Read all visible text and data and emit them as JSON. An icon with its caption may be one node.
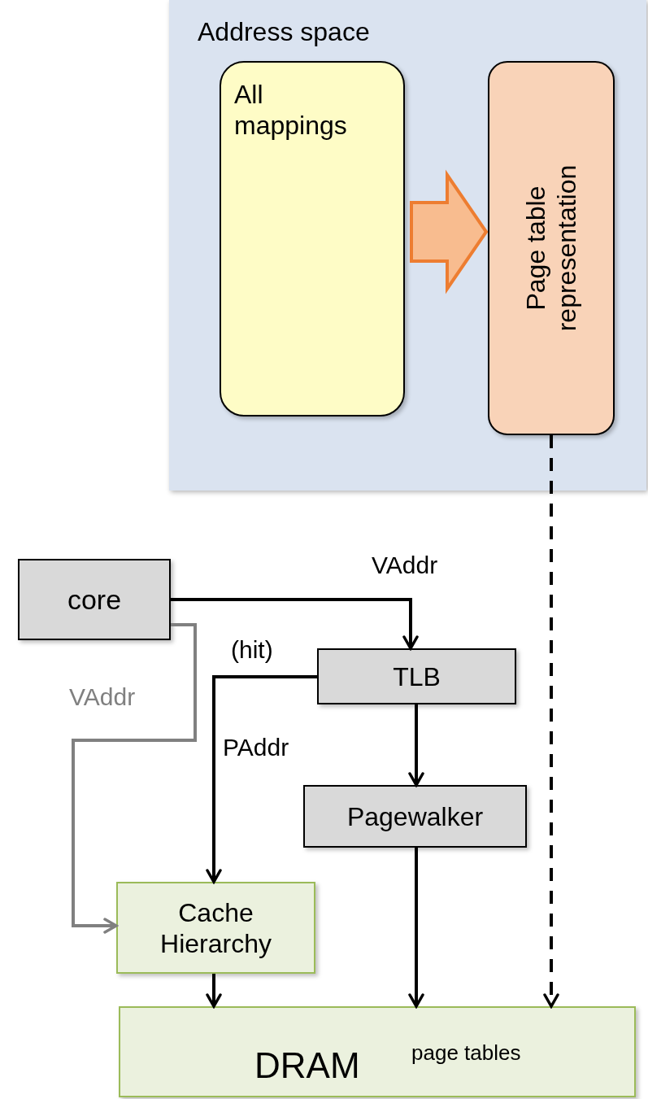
{
  "diagram": {
    "nodes": [
      {
        "text": [
          "Address space"
        ]
      },
      {
        "text": [
          "All mappings"
        ],
        "in": 0
      },
      {
        "text": [
          "Page table representation"
        ],
        "in": 0
      },
      {
        "text": [
          "core"
        ]
      },
      {
        "text": [
          "TLB"
        ]
      },
      {
        "text": [
          "Pagewalker"
        ]
      },
      {
        "text": [
          "Cache Hierarchy"
        ]
      },
      {
        "text": [
          "DRAM",
          "page tables"
        ]
      }
    ],
    "edges": [
      {
        "from": 1,
        "to": 2,
        "arrow": "to",
        "style": "thick",
        "color": "#ed7d31"
      },
      {
        "from": 2,
        "to": 7,
        "arrow": "to",
        "style": "dashed"
      },
      {
        "from": 3,
        "to": 4,
        "arrow": "to",
        "label": "VAddr"
      },
      {
        "from": 3,
        "to": 6,
        "arrow": "to",
        "label": "VAddr",
        "color": "#808080"
      },
      {
        "from": 4,
        "to": 6,
        "arrow": "to",
        "label": "PAddr"
      },
      {
        "from": 4,
        "to": 5,
        "arrow": "to"
      },
      {
        "from": 5,
        "to": 7,
        "arrow": "to"
      },
      {
        "from": 6,
        "to": 7,
        "arrow": "to"
      }
    ],
    "labels": [
      "(hit)"
    ]
  }
}
